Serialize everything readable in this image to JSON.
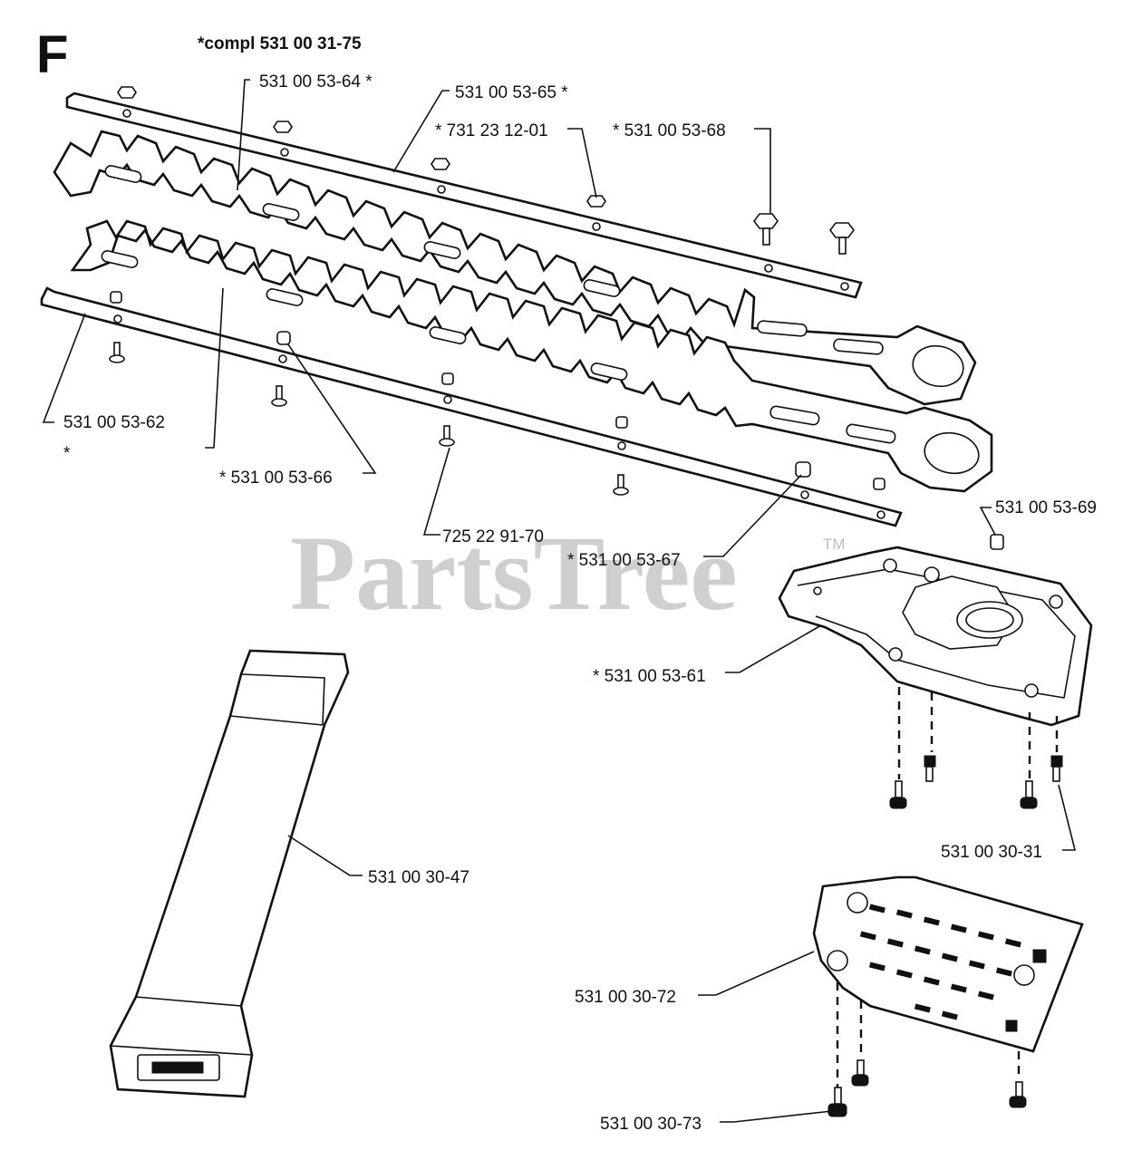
{
  "diagram": {
    "section_letter": "F",
    "assembly_title": "*compl 531 00 31-75",
    "watermark": "PartsTree",
    "trademark": "TM",
    "callouts": [
      {
        "id": "c64",
        "text": "531 00 53-64 *"
      },
      {
        "id": "c65",
        "text": "531 00 53-65 *"
      },
      {
        "id": "c7312",
        "text": "* 731 23 12-01"
      },
      {
        "id": "c68",
        "text": "* 531 00 53-68"
      },
      {
        "id": "c62",
        "text": "531 00 53-62"
      },
      {
        "id": "cstar",
        "text": "*"
      },
      {
        "id": "c66",
        "text": "* 531 00 53-66"
      },
      {
        "id": "c7252",
        "text": "725 22 91-70"
      },
      {
        "id": "c67",
        "text": "* 531 00 53-67"
      },
      {
        "id": "c69",
        "text": "531 00 53-69"
      },
      {
        "id": "c61",
        "text": "* 531 00 53-61"
      },
      {
        "id": "c3031",
        "text": "531 00 30-31"
      },
      {
        "id": "c3047",
        "text": "531 00 30-47"
      },
      {
        "id": "c3072",
        "text": "531 00 30-72"
      },
      {
        "id": "c3073",
        "text": "531 00 30-73"
      }
    ]
  }
}
